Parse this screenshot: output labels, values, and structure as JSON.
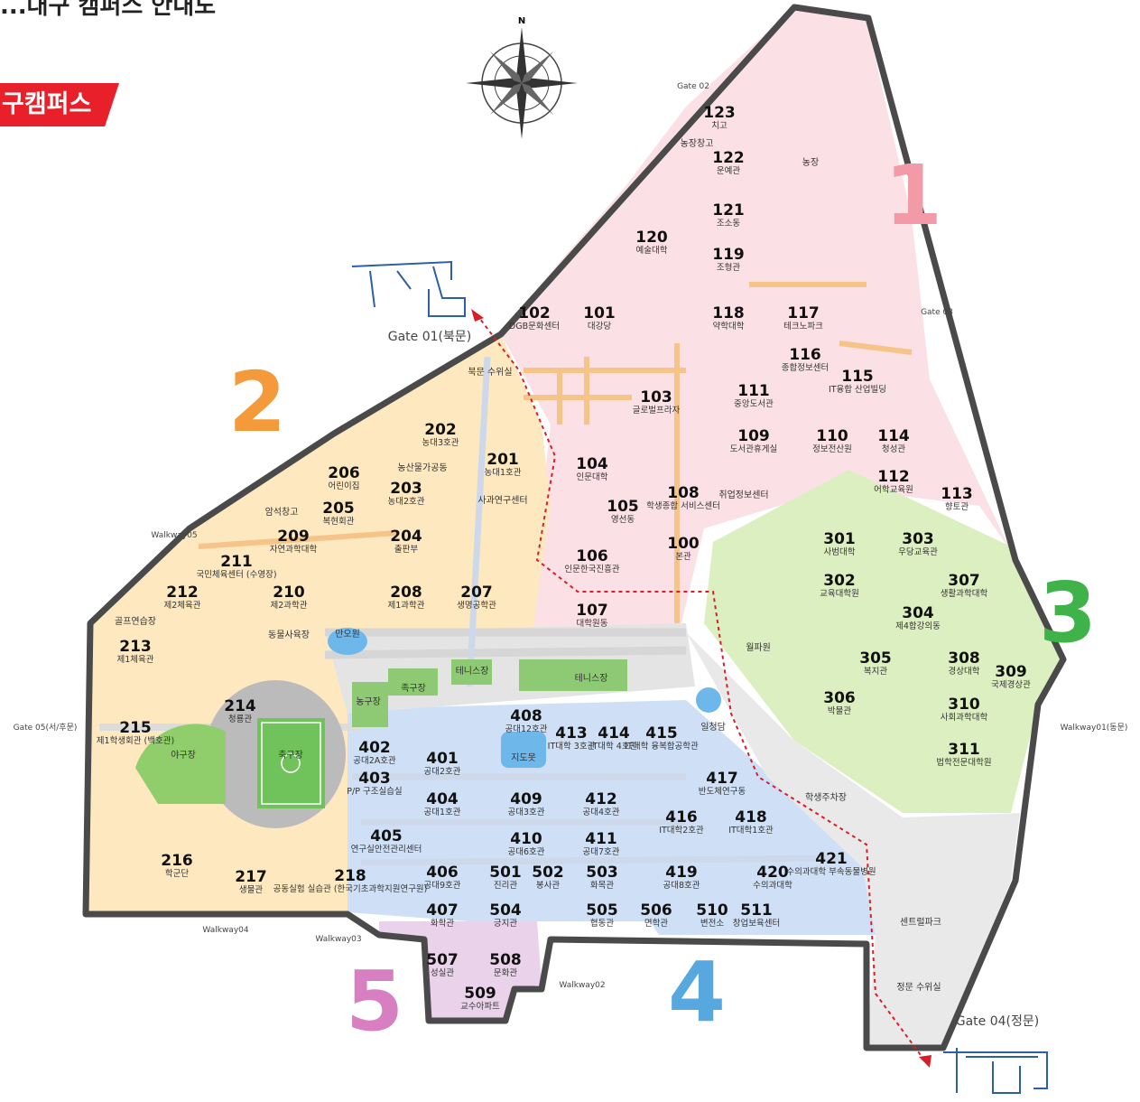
{
  "header": {
    "title_fragment": "...대구 캠퍼스 안내도",
    "campus_tag": "구캠퍼스"
  },
  "compass": {
    "north_label": "N"
  },
  "zones": [
    {
      "label": "1",
      "color": "#f29aa8"
    },
    {
      "label": "2",
      "color": "#f59a3a"
    },
    {
      "label": "3",
      "color": "#3fb24a"
    },
    {
      "label": "4",
      "color": "#58a8e0"
    },
    {
      "label": "5",
      "color": "#d77fc0"
    }
  ],
  "gates": {
    "gate01": "Gate 01(북문)",
    "gate02": "Gate 02",
    "gate03": "Gate 03",
    "gate04": "Gate 04(정문)",
    "gate05": "Gate 05(서/후문)",
    "walkway01": "Walkway01(동문)",
    "walkway02": "Walkway02",
    "walkway03": "Walkway03",
    "walkway04": "Walkway04",
    "walkway05": "Walkway05"
  },
  "buildings": [
    {
      "num": "123",
      "name": "치고"
    },
    {
      "num": "122",
      "name": "운예관"
    },
    {
      "num": "121",
      "name": "조소동"
    },
    {
      "num": "120",
      "name": "예술대학"
    },
    {
      "num": "119",
      "name": "조형관"
    },
    {
      "num": "118",
      "name": "약학대학"
    },
    {
      "num": "117",
      "name": "테크노파크"
    },
    {
      "num": "116",
      "name": "종합정보센터"
    },
    {
      "num": "115",
      "name": "IT융합 산업빌딩"
    },
    {
      "num": "114",
      "name": "청성관"
    },
    {
      "num": "113",
      "name": "향토관"
    },
    {
      "num": "112",
      "name": "어학교육원"
    },
    {
      "num": "111",
      "name": "중앙도서관"
    },
    {
      "num": "110",
      "name": "정보전산원"
    },
    {
      "num": "109",
      "name": "도서관휴게실"
    },
    {
      "num": "108",
      "name": "학생종합 서비스센터"
    },
    {
      "num": "107",
      "name": "대학원동"
    },
    {
      "num": "106",
      "name": "인문한국진흥관"
    },
    {
      "num": "105",
      "name": "영선동"
    },
    {
      "num": "104",
      "name": "인문대학"
    },
    {
      "num": "103",
      "name": "글로벌프라자"
    },
    {
      "num": "102",
      "name": "DGB문화센터"
    },
    {
      "num": "101",
      "name": "대강당"
    },
    {
      "num": "100",
      "name": "본관"
    },
    {
      "num": "202",
      "name": "농대3호관"
    },
    {
      "num": "201",
      "name": "농대1호관"
    },
    {
      "num": "203",
      "name": "농대2호관"
    },
    {
      "num": "204",
      "name": "출판부"
    },
    {
      "num": "205",
      "name": "복현회관"
    },
    {
      "num": "206",
      "name": "어린이집"
    },
    {
      "num": "207",
      "name": "생명공학관"
    },
    {
      "num": "208",
      "name": "제1과학관"
    },
    {
      "num": "209",
      "name": "자연과학대학"
    },
    {
      "num": "210",
      "name": "제2과학관"
    },
    {
      "num": "211",
      "name": "국민체육센터 (수영장)"
    },
    {
      "num": "212",
      "name": "제2체육관"
    },
    {
      "num": "213",
      "name": "제1체육관"
    },
    {
      "num": "214",
      "name": "청룡관"
    },
    {
      "num": "215",
      "name": "제1학생회관 (백호관)"
    },
    {
      "num": "216",
      "name": "학군단"
    },
    {
      "num": "217",
      "name": "생물관"
    },
    {
      "num": "218",
      "name": "공동실험 실습관 (한국기초과학지원연구원)"
    },
    {
      "num": "301",
      "name": "사범대학"
    },
    {
      "num": "302",
      "name": "교육대학원"
    },
    {
      "num": "303",
      "name": "우당교육관"
    },
    {
      "num": "304",
      "name": "제4합강의동"
    },
    {
      "num": "305",
      "name": "복지관"
    },
    {
      "num": "306",
      "name": "박물관"
    },
    {
      "num": "307",
      "name": "생활과학대학"
    },
    {
      "num": "308",
      "name": "경상대학"
    },
    {
      "num": "309",
      "name": "국제경상관"
    },
    {
      "num": "310",
      "name": "사회과학대학"
    },
    {
      "num": "311",
      "name": "법학전문대학원"
    },
    {
      "num": "401",
      "name": "공대2호관"
    },
    {
      "num": "402",
      "name": "공대2A호관"
    },
    {
      "num": "403",
      "name": "P/P 구조실습실"
    },
    {
      "num": "404",
      "name": "공대1호관"
    },
    {
      "num": "405",
      "name": "연구실안전관리센터"
    },
    {
      "num": "406",
      "name": "공대9호관"
    },
    {
      "num": "407",
      "name": "화학관"
    },
    {
      "num": "408",
      "name": "공대12호관"
    },
    {
      "num": "409",
      "name": "공대3호관"
    },
    {
      "num": "410",
      "name": "공대6호관"
    },
    {
      "num": "411",
      "name": "공대7호관"
    },
    {
      "num": "412",
      "name": "공대4호관"
    },
    {
      "num": "413",
      "name": "IT대학 3호관"
    },
    {
      "num": "414",
      "name": "IT대학 4호관"
    },
    {
      "num": "415",
      "name": "IT대학 융복합공학관"
    },
    {
      "num": "416",
      "name": "IT대학2호관"
    },
    {
      "num": "417",
      "name": "반도체연구동"
    },
    {
      "num": "418",
      "name": "IT대학1호관"
    },
    {
      "num": "419",
      "name": "공대8호관"
    },
    {
      "num": "420",
      "name": "수의과대학"
    },
    {
      "num": "421",
      "name": "수의과대학 부속동물병원"
    },
    {
      "num": "501",
      "name": "진리관"
    },
    {
      "num": "502",
      "name": "봉사관"
    },
    {
      "num": "503",
      "name": "화목관"
    },
    {
      "num": "504",
      "name": "긍지관"
    },
    {
      "num": "505",
      "name": "협동관"
    },
    {
      "num": "506",
      "name": "면학관"
    },
    {
      "num": "507",
      "name": "성실관"
    },
    {
      "num": "508",
      "name": "문화관"
    },
    {
      "num": "509",
      "name": "교수아파트"
    },
    {
      "num": "510",
      "name": "변전소"
    },
    {
      "num": "511",
      "name": "창업보육센터"
    }
  ],
  "labels": {
    "farm": "농장",
    "farm_storage": "농장창고",
    "north_guard": "북문 수위실",
    "ag_factory": "농산물가공동",
    "apple_center": "사과연구센터",
    "stone_storage": "암석창고",
    "golf": "골프연습장",
    "animal_facility": "동물사육장",
    "pond": "만오원",
    "tennis1": "테니스장",
    "tennis2": "테니스장",
    "foot_court": "족구장",
    "basketball": "농구장",
    "baseball": "야구장",
    "soccer": "축구장",
    "gym_garden": "일청담",
    "jidomot": "지도못",
    "parking": "학생주차장",
    "central_park": "센트럴파크",
    "main_guard": "정문 수위실",
    "job_center": "취업정보센터",
    "wolpa": "월파원"
  }
}
